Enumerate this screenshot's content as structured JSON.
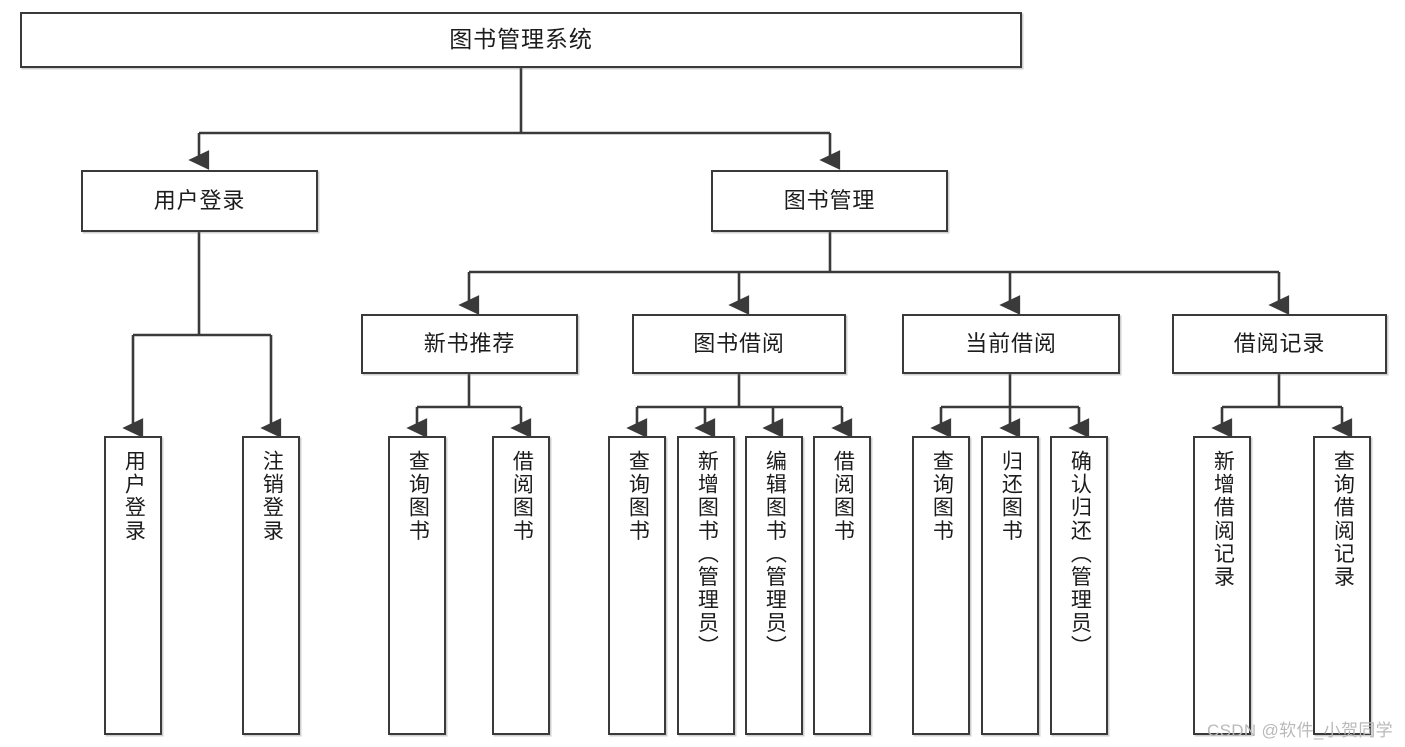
{
  "diagram": {
    "title": "图书管理系统",
    "watermark": "CSDN @软件_小贺同学",
    "colors": {
      "node_border": "#3a3a3a",
      "node_fill": "#ffffff",
      "edge": "#3a3a3a",
      "text": "#1c1c1c",
      "watermark": "#b9b9b9",
      "background": "#ffffff"
    },
    "root": {
      "label": "图书管理系统"
    },
    "level2": [
      {
        "label": "用户登录"
      },
      {
        "label": "图书管理"
      }
    ],
    "level3": [
      {
        "label": "新书推荐"
      },
      {
        "label": "图书借阅"
      },
      {
        "label": "当前借阅"
      },
      {
        "label": "借阅记录"
      }
    ],
    "leaves": {
      "user_login": [
        {
          "label": "用户登录"
        },
        {
          "label": "注销登录"
        }
      ],
      "new_book": [
        {
          "label": "查询图书"
        },
        {
          "label": "借阅图书"
        }
      ],
      "book_borrow": [
        {
          "label": "查询图书"
        },
        {
          "label": "新增图书（管理员）"
        },
        {
          "label": "编辑图书（管理员）"
        },
        {
          "label": "借阅图书"
        }
      ],
      "current_borrow": [
        {
          "label": "查询图书"
        },
        {
          "label": "归还图书"
        },
        {
          "label": "确认归还（管理员）"
        }
      ],
      "borrow_record": [
        {
          "label": "新增借阅记录"
        },
        {
          "label": "查询借阅记录"
        }
      ]
    }
  }
}
